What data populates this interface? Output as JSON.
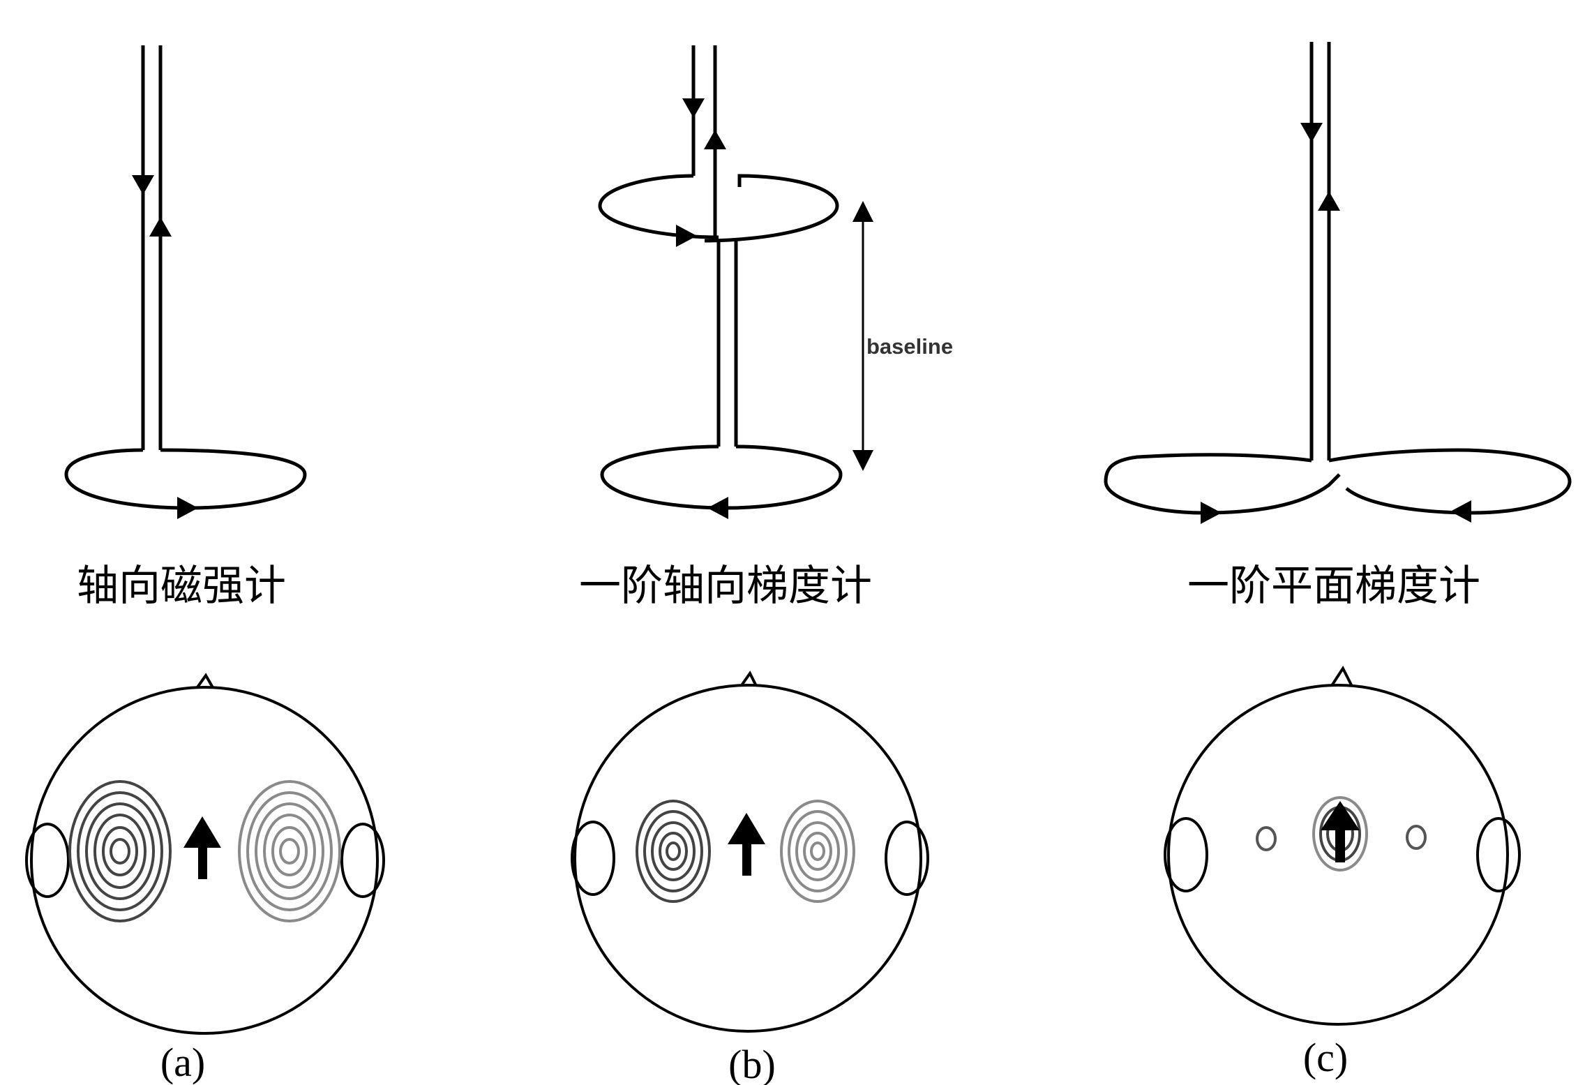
{
  "panels": [
    {
      "id": "a",
      "coil_caption": "轴向磁强计",
      "sublabel": "(a)"
    },
    {
      "id": "b",
      "coil_caption": "一阶轴向梯度计",
      "sublabel": "(b)",
      "dimension_label": "baseline"
    },
    {
      "id": "c",
      "coil_caption": "一阶平面梯度计",
      "sublabel": "(c)"
    }
  ],
  "colors": {
    "line": "#000000",
    "contour_dark": "#444444",
    "contour_light": "#8a8a8a"
  },
  "icons": [
    "arrow-up-icon",
    "arrow-down-icon",
    "arrow-left-icon",
    "arrow-right-icon"
  ]
}
